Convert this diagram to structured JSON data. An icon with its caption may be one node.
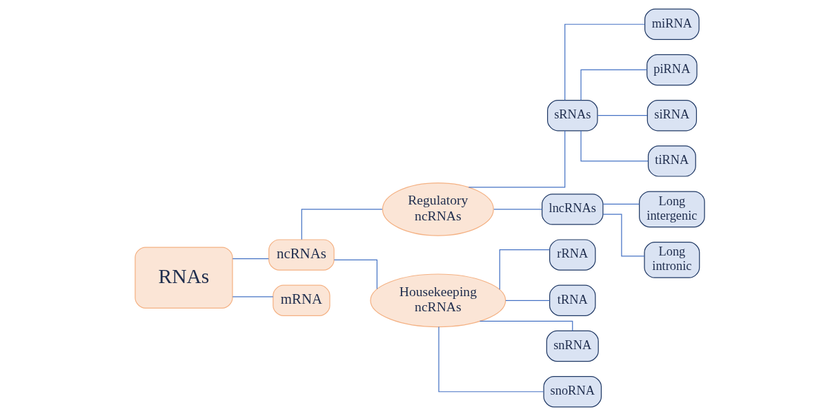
{
  "diagram": {
    "nodes": [
      {
        "text": [
          "RNAs"
        ]
      },
      {
        "text": [
          "ncRNAs"
        ]
      },
      {
        "text": [
          "mRNA"
        ]
      },
      {
        "text": [
          "Regulatory ncRNAs"
        ]
      },
      {
        "text": [
          "Housekeeping ncRNAs"
        ]
      },
      {
        "text": [
          "sRNAs"
        ]
      },
      {
        "text": [
          "lncRNAs"
        ]
      },
      {
        "text": [
          "rRNA"
        ]
      },
      {
        "text": [
          "tRNA"
        ]
      },
      {
        "text": [
          "snRNA"
        ]
      },
      {
        "text": [
          "snoRNA"
        ]
      },
      {
        "text": [
          "miRNA"
        ]
      },
      {
        "text": [
          "piRNA"
        ]
      },
      {
        "text": [
          "siRNA"
        ]
      },
      {
        "text": [
          "tiRNA"
        ]
      },
      {
        "text": [
          "Long intergenic"
        ]
      },
      {
        "text": [
          "Long intronic"
        ]
      }
    ],
    "edges": [
      {
        "from": 0,
        "to": 1,
        "arrow": "none"
      },
      {
        "from": 0,
        "to": 2,
        "arrow": "none"
      },
      {
        "from": 1,
        "to": 3,
        "arrow": "none"
      },
      {
        "from": 1,
        "to": 4,
        "arrow": "none"
      },
      {
        "from": 3,
        "to": 5,
        "arrow": "none"
      },
      {
        "from": 3,
        "to": 6,
        "arrow": "none"
      },
      {
        "from": 4,
        "to": 7,
        "arrow": "none"
      },
      {
        "from": 4,
        "to": 8,
        "arrow": "none"
      },
      {
        "from": 4,
        "to": 9,
        "arrow": "none"
      },
      {
        "from": 4,
        "to": 10,
        "arrow": "none"
      },
      {
        "from": 5,
        "to": 11,
        "arrow": "none"
      },
      {
        "from": 5,
        "to": 12,
        "arrow": "none"
      },
      {
        "from": 5,
        "to": 13,
        "arrow": "none"
      },
      {
        "from": 5,
        "to": 14,
        "arrow": "none"
      },
      {
        "from": 6,
        "to": 15,
        "arrow": "none"
      },
      {
        "from": 6,
        "to": 16,
        "arrow": "none"
      }
    ]
  }
}
